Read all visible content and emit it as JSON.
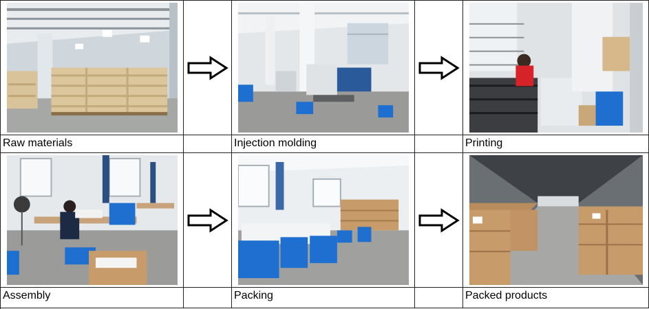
{
  "steps": [
    {
      "label": "Raw materials"
    },
    {
      "label": "Injection molding"
    },
    {
      "label": "Printing"
    },
    {
      "label": "Assembly"
    },
    {
      "label": "Packing"
    },
    {
      "label": "Packed products"
    }
  ],
  "arrow_icon": "right-arrow-outline-icon",
  "colors": {
    "border": "#222222",
    "crate_blue": "#1e6fd0",
    "sack_tan": "#d8c49a",
    "carton_brown": "#c89b6a",
    "floor_gray": "#9a9a98",
    "wall_white": "#e9eef2"
  }
}
